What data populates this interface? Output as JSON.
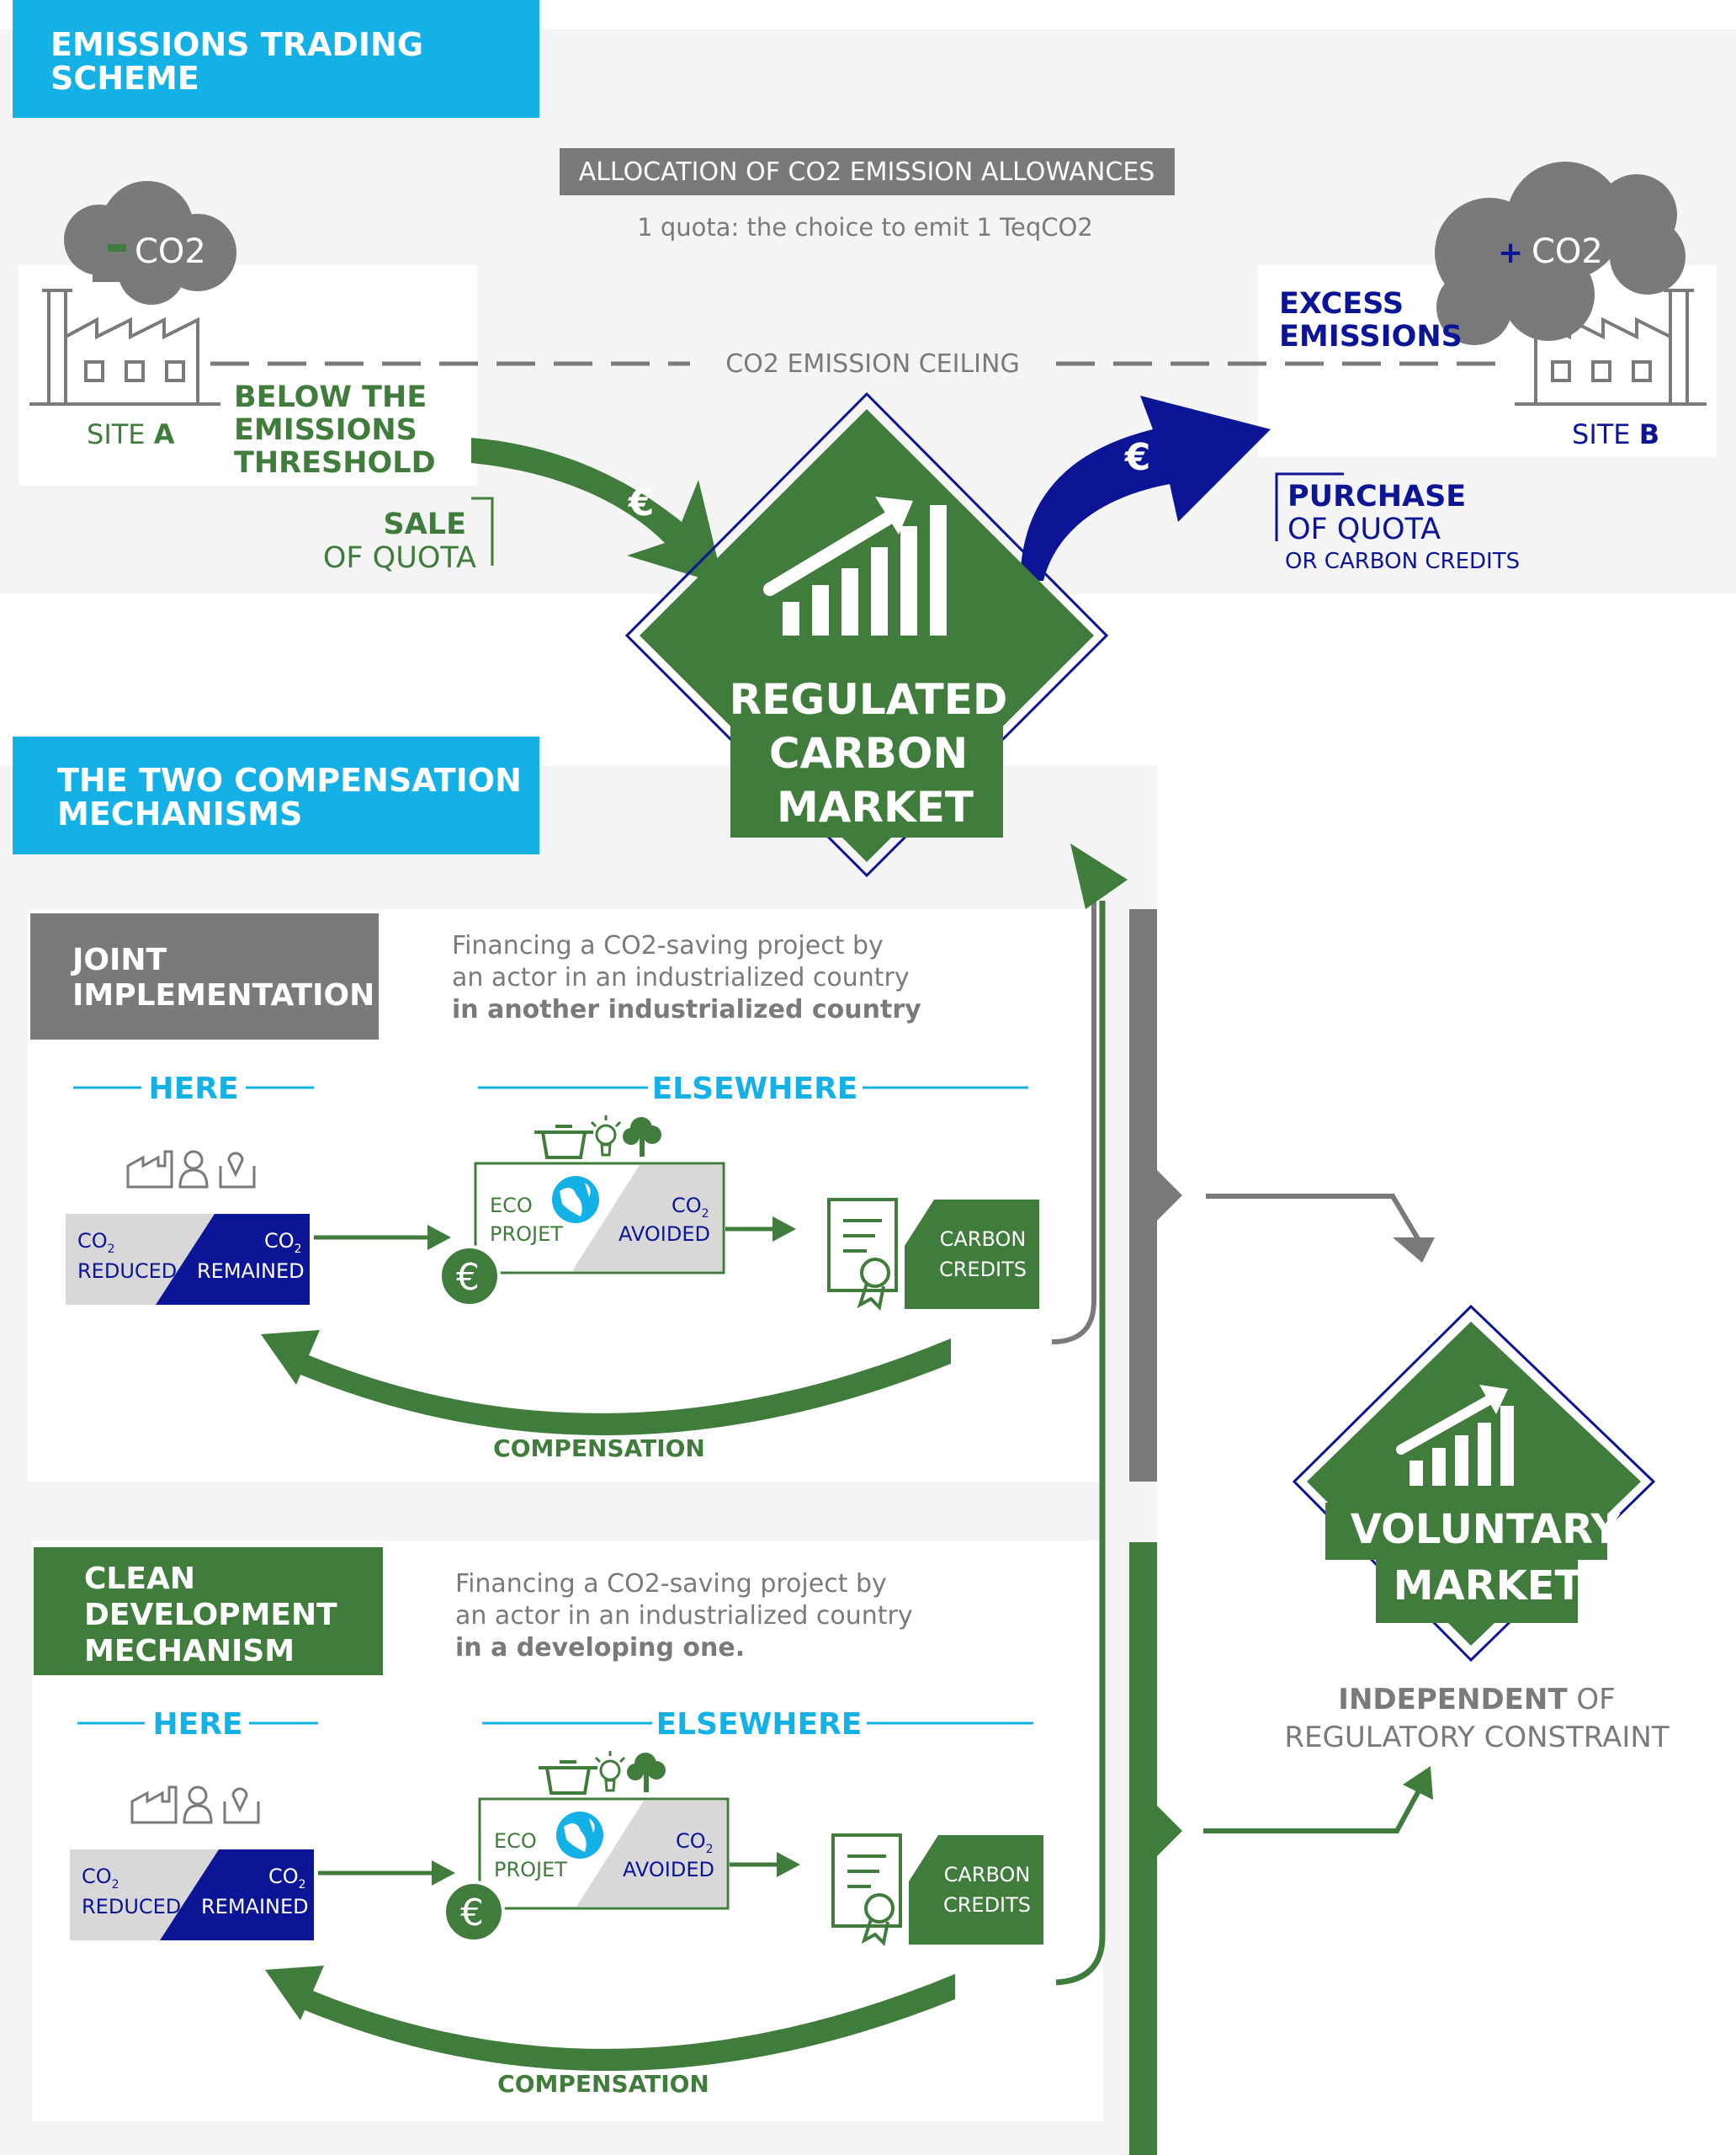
{
  "colors": {
    "green": "#407c3c",
    "navy": "#0b1596",
    "cyan": "#14b1e6",
    "gray": "#7a7a7a",
    "light_gray": "#d8d8d8",
    "panel_bg": "#f4f4f4"
  },
  "ets": {
    "banner": {
      "line1": "EMISSIONS TRADING",
      "line2": "SCHEME"
    },
    "allocation": {
      "label": "ALLOCATION OF CO2 EMISSION ALLOWANCES",
      "sub": "1 quota: the choice to emit 1 TeqCO2"
    },
    "ceiling": "CO2 EMISSION CEILING",
    "site_a": {
      "cloud_sign": "-",
      "cloud_text": "CO2",
      "label": "SITE",
      "letter": "A",
      "below": [
        "BELOW THE",
        "EMISSIONS",
        "THRESHOLD"
      ],
      "sale": [
        "SALE",
        "OF QUOTA"
      ]
    },
    "site_b": {
      "cloud_sign": "+",
      "cloud_text": "CO2",
      "label": "SITE",
      "letter": "B",
      "excess": [
        "EXCESS",
        "EMISSIONS"
      ],
      "purchase": [
        "PURCHASE",
        "OF QUOTA"
      ],
      "credits": "OR CARBON CREDITS"
    },
    "euro": "€"
  },
  "regulated_market": {
    "lines": [
      "REGULATED",
      "CARBON",
      "MARKET"
    ]
  },
  "voluntary_market": {
    "lines": [
      "VOLUNTARY",
      "MARKET"
    ],
    "independent_bold": "INDEPENDENT",
    "independent_rest": "OF",
    "regulatory": "REGULATORY CONSTRAINT"
  },
  "compensation": {
    "banner": {
      "line1": "THE TWO COMPENSATION",
      "line2": "MECHANISMS"
    },
    "joint": {
      "title": [
        "JOINT",
        "IMPLEMENTATION"
      ],
      "desc": [
        "Financing a CO2-saving project by",
        "an actor in an industrialized country"
      ],
      "desc_bold": "in another industrialized country",
      "here": "HERE",
      "elsewhere": "ELSEWHERE",
      "co2": "CO",
      "co2_sub": "2",
      "reduced": "REDUCED",
      "remained": "REMAINED",
      "eco": "ECO",
      "projet": "PROJET",
      "avoided": "AVOIDED",
      "carbon": "CARBON",
      "credits": "CREDITS",
      "euro": "€",
      "compensation": "COMPENSATION"
    },
    "cdm": {
      "title": [
        "CLEAN",
        "DEVELOPMENT",
        "MECHANISM"
      ],
      "desc": [
        "Financing a CO2-saving project by",
        "an actor in an industrialized country"
      ],
      "desc_bold": "in a developing one.",
      "here": "HERE",
      "elsewhere": "ELSEWHERE",
      "co2": "CO",
      "co2_sub": "2",
      "reduced": "REDUCED",
      "remained": "REMAINED",
      "eco": "ECO",
      "projet": "PROJET",
      "avoided": "AVOIDED",
      "carbon": "CARBON",
      "credits": "CREDITS",
      "euro": "€",
      "compensation": "COMPENSATION"
    }
  },
  "icons": [
    "factory-icon",
    "cloud-icon",
    "euro-icon",
    "growth-chart-icon",
    "person-icon",
    "map-pin-icon",
    "cooking-pot-icon",
    "lightbulb-icon",
    "tree-icon",
    "globe-icon",
    "certificate-icon",
    "arrow-icon"
  ]
}
